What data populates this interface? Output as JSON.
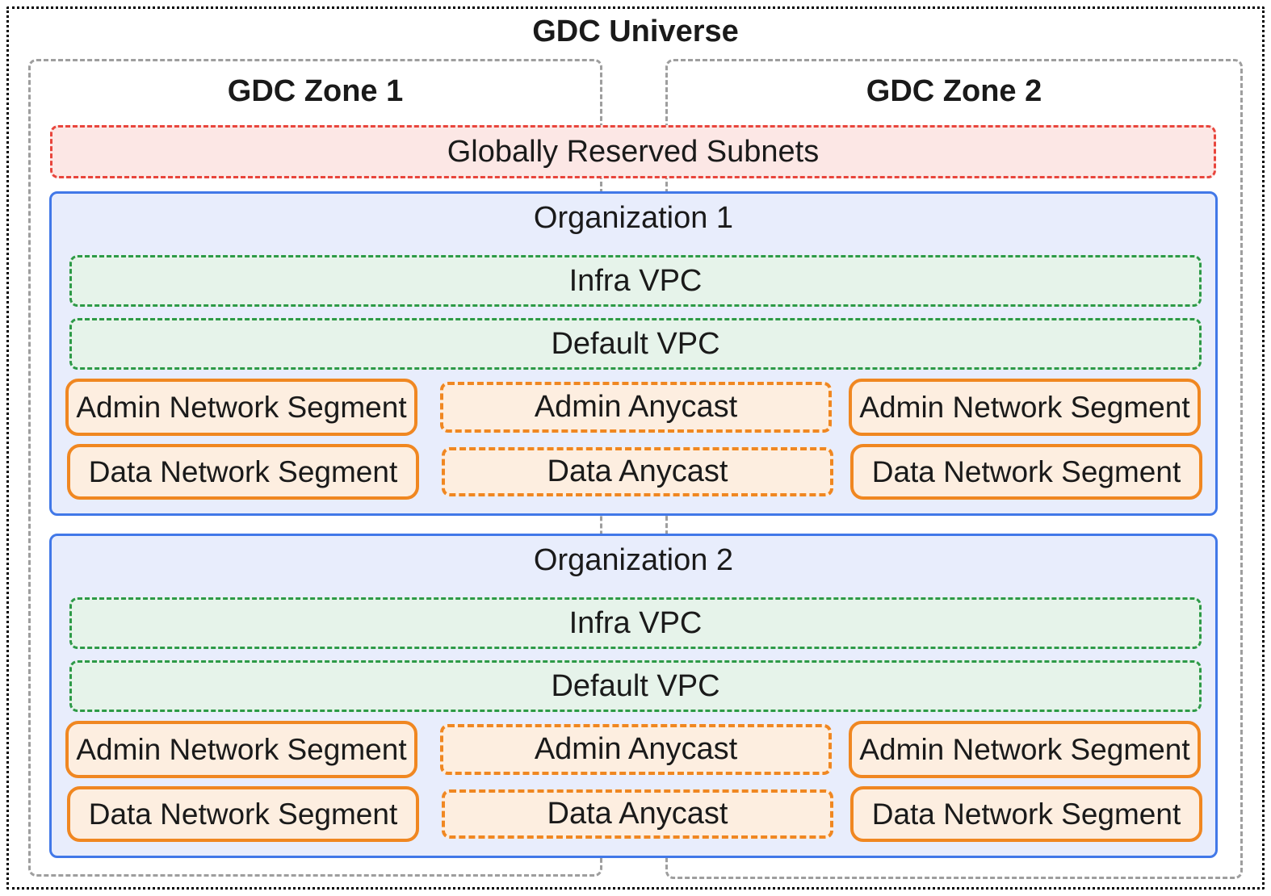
{
  "title": "GDC Universe",
  "zones": [
    {
      "label": "GDC Zone 1"
    },
    {
      "label": "GDC Zone 2"
    }
  ],
  "global_subnets": {
    "label": "Globally Reserved Subnets"
  },
  "organizations": [
    {
      "label": "Organization 1",
      "vpcs": [
        {
          "label": "Infra VPC"
        },
        {
          "label": "Default VPC"
        }
      ],
      "segments": {
        "admin_zone1": "Admin Network Segment",
        "admin_anycast": "Admin Anycast",
        "admin_zone2": "Admin Network Segment",
        "data_zone1": "Data Network Segment",
        "data_anycast": "Data Anycast",
        "data_zone2": "Data Network Segment"
      }
    },
    {
      "label": "Organization 2",
      "vpcs": [
        {
          "label": "Infra VPC"
        },
        {
          "label": "Default VPC"
        }
      ],
      "segments": {
        "admin_zone1": "Admin Network Segment",
        "admin_anycast": "Admin Anycast",
        "admin_zone2": "Admin Network Segment",
        "data_zone1": "Data Network Segment",
        "data_anycast": "Data Anycast",
        "data_zone2": "Data Network Segment"
      }
    }
  ],
  "colors": {
    "outline": "#000000",
    "zone-border": "#9e9e9e",
    "reserved-border": "#e8453c",
    "reserved-fill": "#fce7e5",
    "org-border": "#4178e8",
    "org-fill": "#e8edfc",
    "vpc-border": "#2d9a47",
    "vpc-fill": "#e6f3ea",
    "segment-border": "#f08721",
    "segment-fill": "#fdeee0"
  }
}
